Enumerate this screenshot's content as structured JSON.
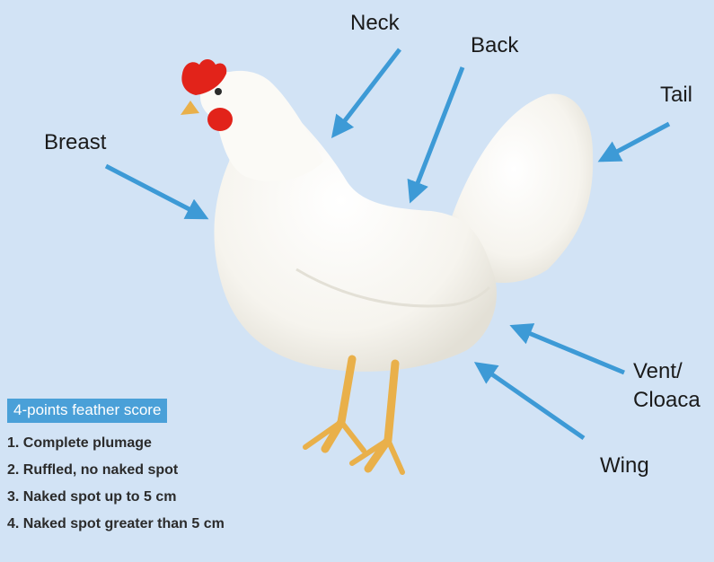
{
  "header": {
    "partial_title": ""
  },
  "labels": {
    "neck": "Neck",
    "back": "Back",
    "tail": "Tail",
    "breast": "Breast",
    "vent": "Vent/",
    "cloaca": "Cloaca",
    "wing": "Wing"
  },
  "legend": {
    "title": "4-points feather score",
    "items": [
      "1. Complete plumage",
      "2. Ruffled, no naked spot",
      "3. Naked spot up to 5 cm",
      "4. Naked spot greater than 5 cm"
    ]
  },
  "colors": {
    "background": "#d2e3f5",
    "arrow": "#3d9ad6",
    "comb": "#e2231a",
    "beak_legs": "#e9b04a",
    "legend_title_bg": "#4aa0d8"
  }
}
